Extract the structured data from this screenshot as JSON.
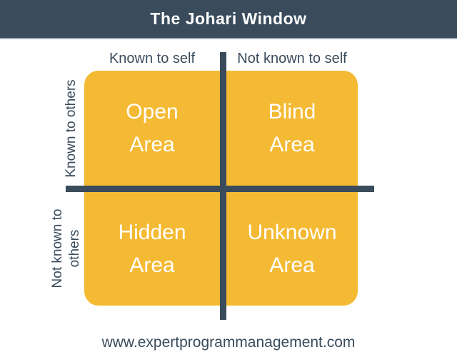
{
  "colors": {
    "dark": "#3a4b5c",
    "yellow": "#f5ba33",
    "white": "#ffffff",
    "header_border": "#9fadba"
  },
  "header": {
    "title": "The Johari Window"
  },
  "matrix": {
    "column_labels": [
      "Known to self",
      "Not known to self"
    ],
    "row_labels": [
      {
        "lines": [
          "Known to others"
        ]
      },
      {
        "lines": [
          "Not known to",
          "others"
        ]
      }
    ],
    "quadrants": [
      {
        "id": "open",
        "line1": "Open",
        "line2": "Area"
      },
      {
        "id": "blind",
        "line1": "Blind",
        "line2": "Area"
      },
      {
        "id": "hidden",
        "line1": "Hidden",
        "line2": "Area"
      },
      {
        "id": "unknown",
        "line1": "Unknown",
        "line2": "Area"
      }
    ]
  },
  "footer": {
    "url": "www.expertprogrammanagement.com"
  }
}
